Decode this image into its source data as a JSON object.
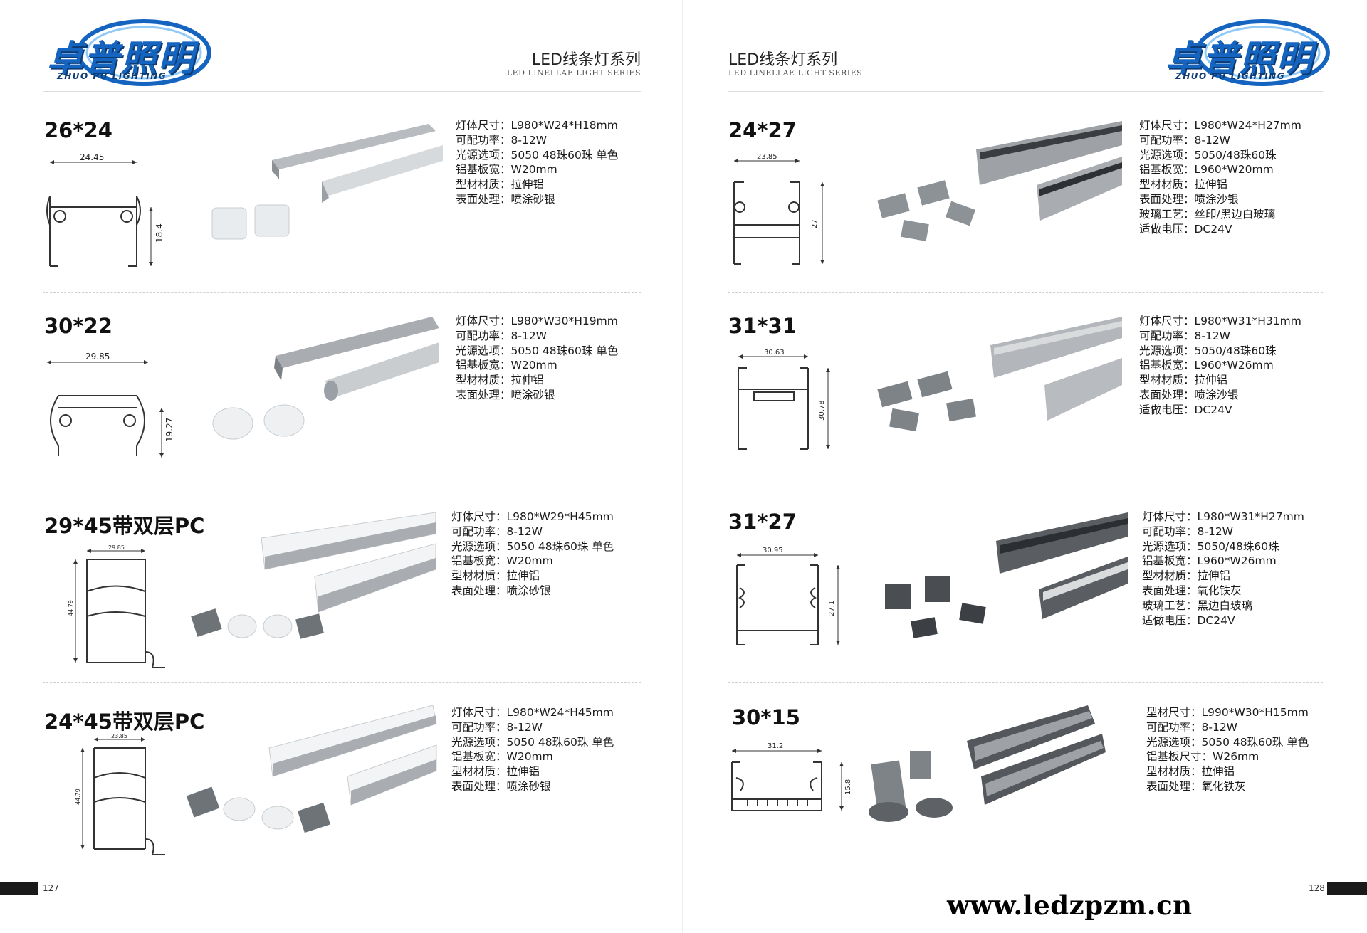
{
  "brand": {
    "name_cn": "卓普照明",
    "name_en": "ZHUO PU LIGHTING"
  },
  "header": {
    "series_cn": "LED线条灯系列",
    "series_en": "LED LINELLAE LIGHT SERIES"
  },
  "colors": {
    "brand_blue": "#1565c0",
    "brand_dark": "#0d3c75",
    "aluminum": "#b8bcc0",
    "dark_gray": "#5a5e63"
  },
  "left_page": {
    "page_number": "127",
    "products": [
      {
        "title": "26*24",
        "width_dim": "24.45",
        "height_dim": "18.4",
        "specs": [
          "灯体尺寸：L980*W24*H18mm",
          "可配功率：8-12W",
          "光源选项：5050 48珠60珠 单色",
          "铝基板宽：W20mm",
          "型材材质：拉伸铝",
          "表面处理：喷涂砂银"
        ]
      },
      {
        "title": "30*22",
        "width_dim": "29.85",
        "height_dim": "19.27",
        "specs": [
          "灯体尺寸：L980*W30*H19mm",
          "可配功率：8-12W",
          "光源选项：5050 48珠60珠 单色",
          "铝基板宽：W20mm",
          "型材材质：拉伸铝",
          "表面处理：喷涂砂银"
        ]
      },
      {
        "title": "29*45带双层PC",
        "width_dim": "29.85",
        "height_dim": "44.79",
        "specs": [
          "灯体尺寸：L980*W29*H45mm",
          "可配功率：8-12W",
          "光源选项：5050 48珠60珠 单色",
          "铝基板宽：W20mm",
          "型材材质：拉伸铝",
          "表面处理：喷涂砂银"
        ]
      },
      {
        "title": "24*45带双层PC",
        "width_dim": "23.85",
        "height_dim": "44.79",
        "specs": [
          "灯体尺寸：L980*W24*H45mm",
          "可配功率：8-12W",
          "光源选项：5050 48珠60珠 单色",
          "铝基板宽：W20mm",
          "型材材质：拉伸铝",
          "表面处理：喷涂砂银"
        ]
      }
    ]
  },
  "right_page": {
    "page_number": "128",
    "website": "www.ledzpzm.cn",
    "products": [
      {
        "title": "24*27",
        "width_dim": "23.85",
        "height_dim": "27",
        "specs": [
          "灯体尺寸：L980*W24*H27mm",
          "可配功率：8-12W",
          "光源选项：5050/48珠60珠",
          "铝基板宽：L960*W20mm",
          "型材材质：拉伸铝",
          "表面处理：喷涂沙银",
          "玻璃工艺：丝印/黑边白玻璃",
          "适做电压：DC24V"
        ]
      },
      {
        "title": "31*31",
        "width_dim": "30.63",
        "height_dim": "30.78",
        "specs": [
          "灯体尺寸：L980*W31*H31mm",
          "可配功率：8-12W",
          "光源选项：5050/48珠60珠",
          "铝基板宽：L960*W26mm",
          "型材材质：拉伸铝",
          "表面处理：喷涂沙银",
          "适做电压：DC24V"
        ]
      },
      {
        "title": "31*27",
        "width_dim": "30.95",
        "height_dim": "27.1",
        "specs": [
          "灯体尺寸：L980*W31*H27mm",
          "可配功率：8-12W",
          "光源选项：5050/48珠60珠",
          "铝基板宽：L960*W26mm",
          "型材材质：拉伸铝",
          "表面处理：氧化铁灰",
          "玻璃工艺：黑边白玻璃",
          "适做电压：DC24V"
        ]
      },
      {
        "title": "30*15",
        "width_dim": "31.2",
        "height_dim": "15.8",
        "specs": [
          "型材尺寸：L990*W30*H15mm",
          "可配功率：8-12W",
          "光源选项：5050 48珠60珠 单色",
          "铝基板尺寸：W26mm",
          "型材材质：拉伸铝",
          "表面处理：氧化铁灰"
        ]
      }
    ]
  }
}
